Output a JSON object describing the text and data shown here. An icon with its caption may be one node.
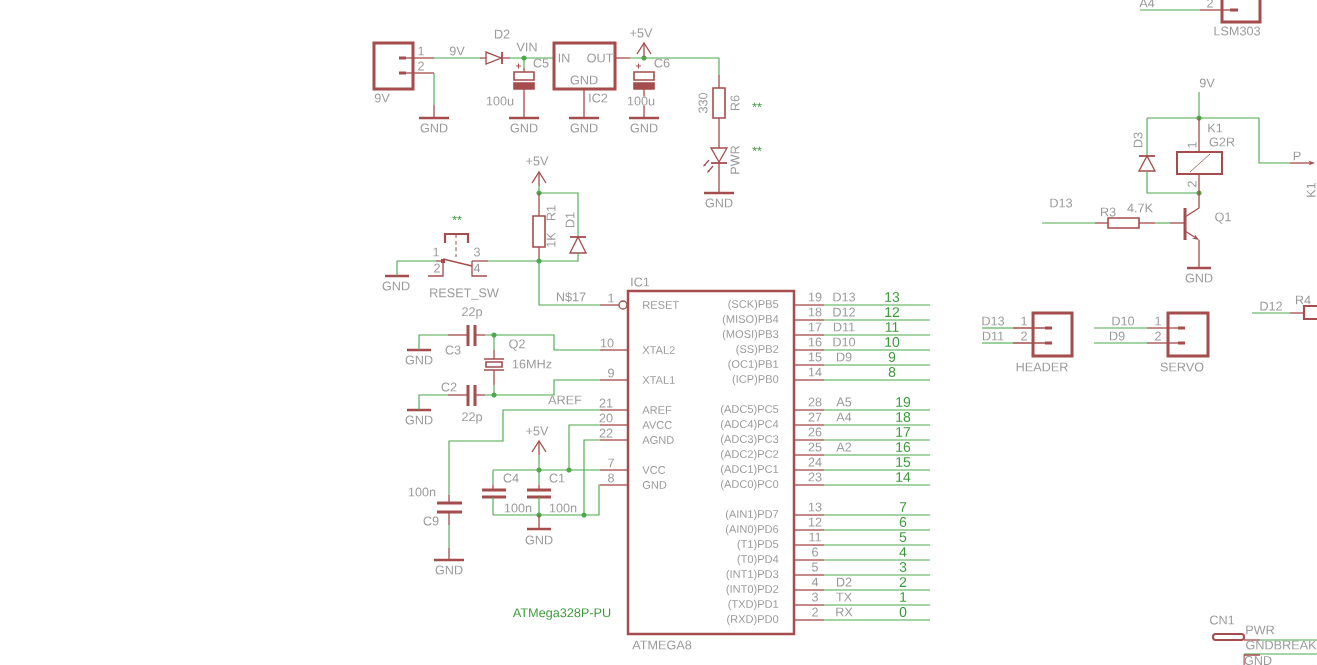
{
  "diagram": {
    "nodes": [
      {
        "text": [
          "9V"
        ]
      },
      {
        "text": [
          "IN",
          "OUT",
          "GND",
          "IC2"
        ]
      },
      {
        "text": [
          "IC1",
          "RESET",
          "XTAL2",
          "XTAL1",
          "AREF",
          "AVCC",
          "AGND",
          "VCC",
          "GND",
          "(SCK)PB5",
          "(MISO)PB4",
          "(MOSI)PB3",
          "(SS)PB2",
          "(OC1)PB1",
          "(ICP)PB0",
          "(ADC5)PC5",
          "(ADC4)PC4",
          "(ADC3)PC3",
          "(ADC2)PC2",
          "(ADC1)PC1",
          "(ADC0)PC0",
          "(AIN1)PD7",
          "(AIN0)PD6",
          "(T1)PD5",
          "(T0)PD4",
          "(INT1)PD3",
          "(INT0)PD2",
          "(TXD)PD1",
          "(RXD)PD0",
          "ATMEGA8"
        ]
      },
      {
        "text": [
          "LSM303"
        ]
      },
      {
        "text": [
          "K1",
          "G2R"
        ]
      },
      {
        "text": [
          "HEADER"
        ]
      },
      {
        "text": [
          "SERVO"
        ]
      }
    ],
    "labels": [
      "A4",
      "2",
      "D2",
      "+5V",
      "1",
      "9V",
      "VIN",
      "2",
      "C5",
      "C6",
      "100u",
      "100u",
      "330",
      "R6",
      "**",
      "GND",
      "GND",
      "GND",
      "GND",
      "PWR",
      "**",
      "GND",
      "+5V",
      "R1",
      "1K",
      "D1",
      "**",
      "1",
      "3",
      "2",
      "4",
      "GND",
      "RESET_SW",
      "N$17",
      "1",
      "22p",
      "C3",
      "Q2",
      "16MHz",
      "10",
      "GND",
      "9",
      "C2",
      "AREF",
      "21",
      "GND",
      "22p",
      "20",
      "+5V",
      "22",
      "7",
      "C4",
      "C1",
      "8",
      "100n",
      "100n",
      "100n",
      "C9",
      "GND",
      "GND",
      "ATMega328P-PU",
      "19",
      "D13",
      "13",
      "18",
      "D12",
      "12",
      "17",
      "D11",
      "11",
      "16",
      "D10",
      "10",
      "15",
      "D9",
      "9",
      "14",
      "8",
      "28",
      "A5",
      "19",
      "27",
      "A4",
      "18",
      "26",
      "17",
      "25",
      "A2",
      "16",
      "24",
      "15",
      "23",
      "14",
      "13",
      "7",
      "12",
      "6",
      "11",
      "5",
      "6",
      "4",
      "5",
      "3",
      "4",
      "D2",
      "2",
      "3",
      "TX",
      "1",
      "2",
      "RX",
      "0",
      "9V",
      "D3",
      "1",
      "P",
      "2",
      "K1",
      "D13",
      "R3",
      "4.7K",
      "Q1",
      "GND",
      "R4",
      "D12",
      "D13",
      "1",
      "D11",
      "2",
      "D10",
      "1",
      "D9",
      "2",
      "CN1",
      "PWR",
      "GNDBREAK",
      "GND"
    ]
  }
}
